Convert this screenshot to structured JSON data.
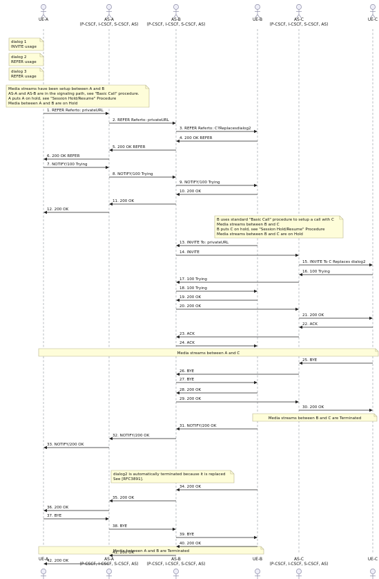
{
  "participants": [
    {
      "name": "UE-A",
      "sub": ""
    },
    {
      "name": "AS-A",
      "sub": "(P-CSCF, I-CSCF, S-CSCF, AS)"
    },
    {
      "name": "AS-B",
      "sub": "(P-CSCF, I-CSCF, S-CSCF, AS)"
    },
    {
      "name": "UE-B",
      "sub": ""
    },
    {
      "name": "AS-C",
      "sub": "(P-CSCF, I-CSCF, S-CSCF, AS)"
    },
    {
      "name": "UE-C",
      "sub": ""
    }
  ],
  "notes_top": [
    {
      "lines": [
        "dialog 1",
        "INVITE usage"
      ]
    },
    {
      "lines": [
        "dialog 2",
        "REFER usage"
      ]
    },
    {
      "lines": [
        "dialog 3",
        "REFER usage"
      ]
    },
    {
      "lines": [
        "Media streams have been setup between A and B",
        "AS-A and AS-B are in the signaling path, see \"Basic Call\" procedure.",
        "A puts A on hold, see \"Session Hold/Resume\" Procedure",
        "Media between A and B are on Hold"
      ]
    }
  ],
  "note_c_setup": {
    "lines": [
      "B uses standard \"Basic Call\" procedure to setup a call with C",
      "Media streams between B and C",
      "B puts C on hold, see \"Session Hold/Resume\" Procedure",
      "Media streams between B and C are on Hold"
    ]
  },
  "note_replaces": {
    "lines": [
      "dialog2 is automatically terminated because it is replaced",
      "See [RFC3891]."
    ]
  },
  "banner_ac": "Media streams between A and C",
  "banner_bc": "Media streams between B and C are Terminated",
  "banner_ab": "Media between A and B are Terminated",
  "messages": [
    {
      "from": 0,
      "to": 1,
      "label": "1. REFER Referto: privateURL"
    },
    {
      "from": 1,
      "to": 2,
      "label": "2. REFER Referto: privateURL"
    },
    {
      "from": 2,
      "to": 3,
      "label": "3. REFER Referto: C?Replacesdialog2"
    },
    {
      "from": 3,
      "to": 2,
      "label": "4. 200 OK REFER"
    },
    {
      "from": 2,
      "to": 1,
      "label": "5. 200 OK REFER"
    },
    {
      "from": 1,
      "to": 0,
      "label": "6. 200 OK REFER"
    },
    {
      "from": 0,
      "to": 1,
      "label": "7. NOTIFY/100 Trying"
    },
    {
      "from": 1,
      "to": 2,
      "label": "8. NOTIFY/100 Trying"
    },
    {
      "from": 2,
      "to": 3,
      "label": "9. NOTIFY/100 Trying"
    },
    {
      "from": 3,
      "to": 2,
      "label": "10. 200 OK"
    },
    {
      "from": 2,
      "to": 1,
      "label": "11. 200 OK"
    },
    {
      "from": 1,
      "to": 0,
      "label": "12. 200 OK"
    },
    {
      "from": 3,
      "to": 2,
      "label": "13. INVITE To: privateURL"
    },
    {
      "from": 2,
      "to": 4,
      "label": "14. INVITE"
    },
    {
      "from": 4,
      "to": 5,
      "label": "15. INVITE To C Replaces dialog2"
    },
    {
      "from": 5,
      "to": 4,
      "label": "16. 100 Trying"
    },
    {
      "from": 4,
      "to": 2,
      "label": "17. 100 Trying"
    },
    {
      "from": 2,
      "to": 3,
      "label": "18. 100 Trying"
    },
    {
      "from": 3,
      "to": 2,
      "label": "19. 200 OK"
    },
    {
      "from": 2,
      "to": 4,
      "label": "20. 200 OK"
    },
    {
      "from": 4,
      "to": 5,
      "label": "21. 200 OK"
    },
    {
      "from": 5,
      "to": 4,
      "label": "22. ACK"
    },
    {
      "from": 4,
      "to": 2,
      "label": "23. ACK"
    },
    {
      "from": 2,
      "to": 3,
      "label": "24. ACK"
    },
    {
      "from": 5,
      "to": 4,
      "label": "25. BYE"
    },
    {
      "from": 4,
      "to": 2,
      "label": "26. BYE"
    },
    {
      "from": 2,
      "to": 3,
      "label": "27. BYE"
    },
    {
      "from": 3,
      "to": 2,
      "label": "28. 200 OK"
    },
    {
      "from": 2,
      "to": 4,
      "label": "29. 200 OK"
    },
    {
      "from": 4,
      "to": 5,
      "label": "30. 200 OK"
    },
    {
      "from": 3,
      "to": 2,
      "label": "31. NOTIFY/200 OK"
    },
    {
      "from": 2,
      "to": 1,
      "label": "32. NOTIFY/200 OK"
    },
    {
      "from": 1,
      "to": 0,
      "label": "33. NOTIFY/200 OK"
    },
    {
      "from": 3,
      "to": 2,
      "label": "34. 200 OK"
    },
    {
      "from": 2,
      "to": 1,
      "label": "35. 200 OK"
    },
    {
      "from": 1,
      "to": 0,
      "label": "36. 200 OK"
    },
    {
      "from": 0,
      "to": 1,
      "label": "37. BYE"
    },
    {
      "from": 1,
      "to": 2,
      "label": "38. BYE"
    },
    {
      "from": 2,
      "to": 3,
      "label": "39. BYE"
    },
    {
      "from": 3,
      "to": 2,
      "label": "40. 200 OK"
    },
    {
      "from": 2,
      "to": 1,
      "label": "41. 200 OK"
    },
    {
      "from": 1,
      "to": 0,
      "label": "42. 200 OK"
    }
  ]
}
